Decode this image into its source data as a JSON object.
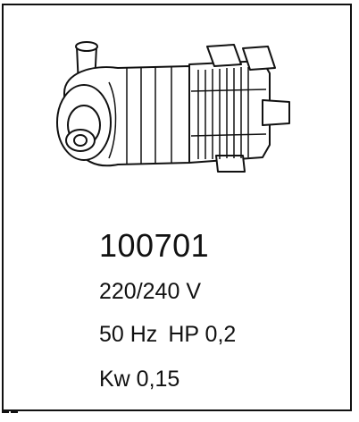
{
  "product": {
    "code": "100701",
    "voltage": "220/240 V",
    "frequency": "50 Hz",
    "horsepower": "HP 0,2",
    "power": "Kw 0,15"
  },
  "image": {
    "icon": "pump-motor-icon"
  }
}
